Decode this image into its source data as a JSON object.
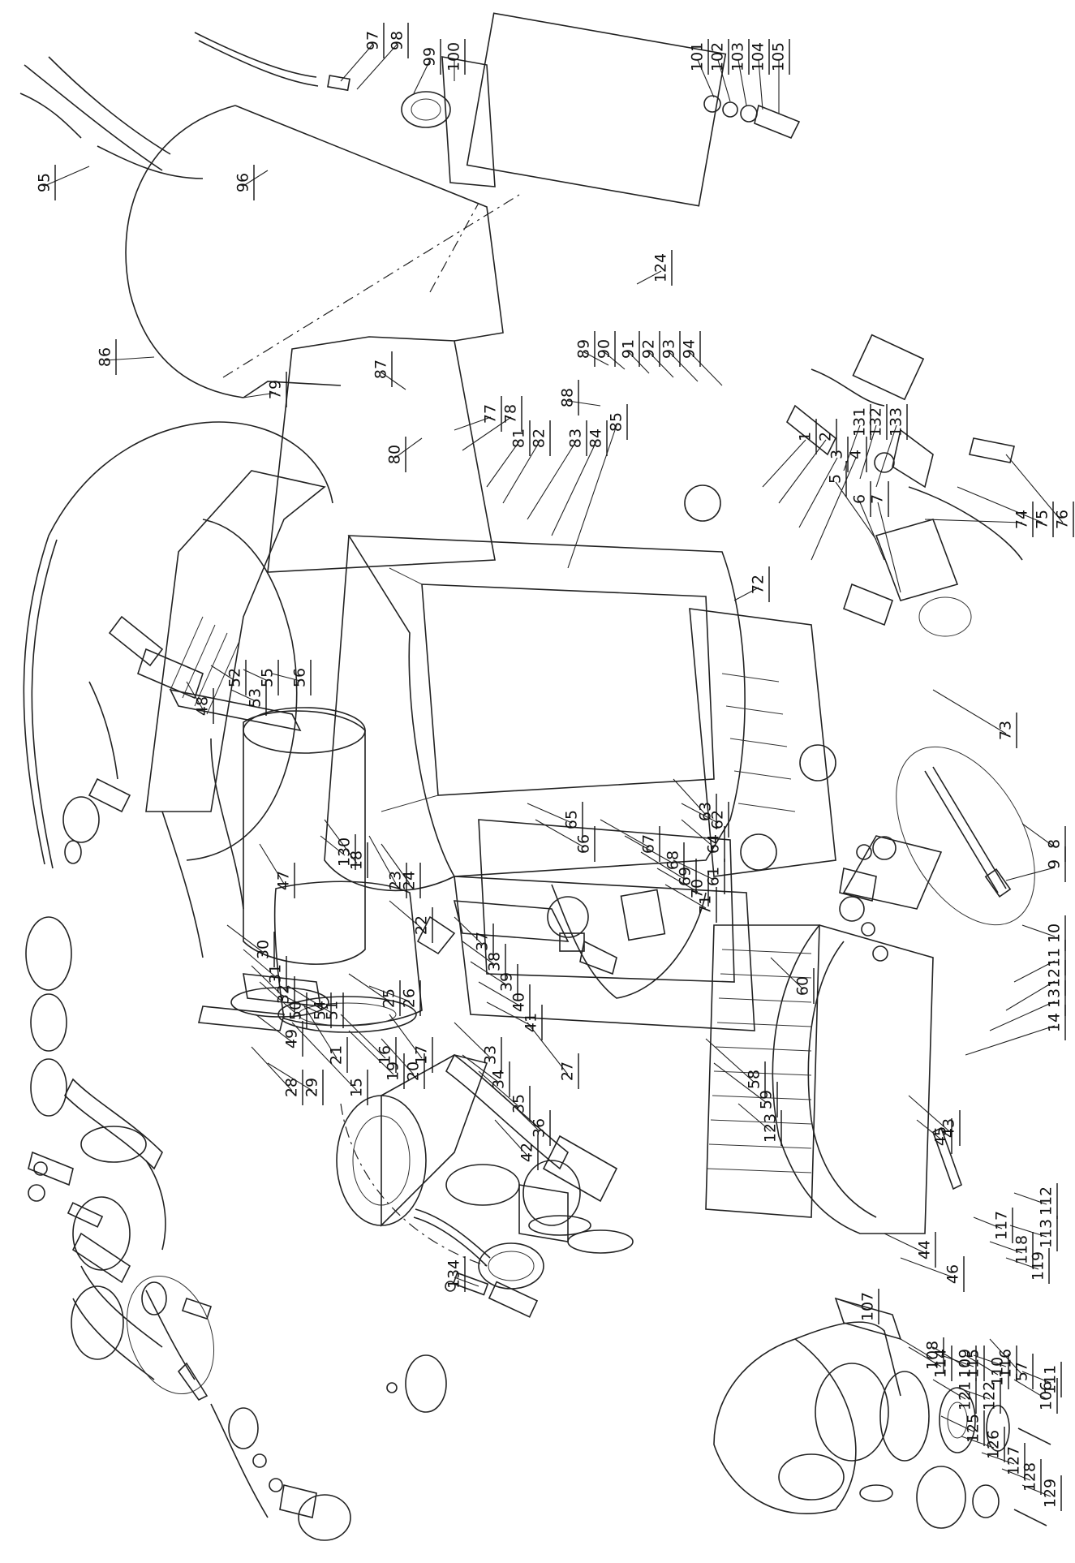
{
  "callouts": [
    "1",
    "2",
    "3",
    "4",
    "5",
    "6",
    "7",
    "8",
    "9",
    "10",
    "11",
    "12",
    "13",
    "14",
    "15",
    "16",
    "17",
    "18",
    "19",
    "20",
    "21",
    "22",
    "23",
    "24",
    "25",
    "26",
    "27",
    "28",
    "29",
    "30",
    "31",
    "32",
    "33",
    "34",
    "35",
    "36",
    "37",
    "38",
    "39",
    "40",
    "41",
    "42",
    "43",
    "44",
    "45",
    "46",
    "47",
    "48",
    "49",
    "50",
    "51",
    "52",
    "53",
    "54",
    "55",
    "56",
    "57",
    "58",
    "59",
    "60",
    "61",
    "62",
    "63",
    "64",
    "65",
    "66",
    "67",
    "68",
    "69",
    "70",
    "71",
    "72",
    "73",
    "74",
    "75",
    "76",
    "77",
    "78",
    "79",
    "80",
    "81",
    "82",
    "83",
    "84",
    "85",
    "86",
    "87",
    "88",
    "89",
    "90",
    "91",
    "92",
    "93",
    "94",
    "95",
    "96",
    "97",
    "98",
    "99",
    "100",
    "101",
    "102",
    "103",
    "104",
    "105",
    "106",
    "107",
    "108",
    "109",
    "110",
    "111",
    "112",
    "113",
    "114",
    "115",
    "116",
    "117",
    "118",
    "119",
    "121",
    "122",
    "123",
    "124",
    "125",
    "126",
    "127",
    "128",
    "129",
    "130",
    "131",
    "132",
    "133",
    "134"
  ],
  "colors": {
    "line": "#222222",
    "background": "#ffffff"
  }
}
